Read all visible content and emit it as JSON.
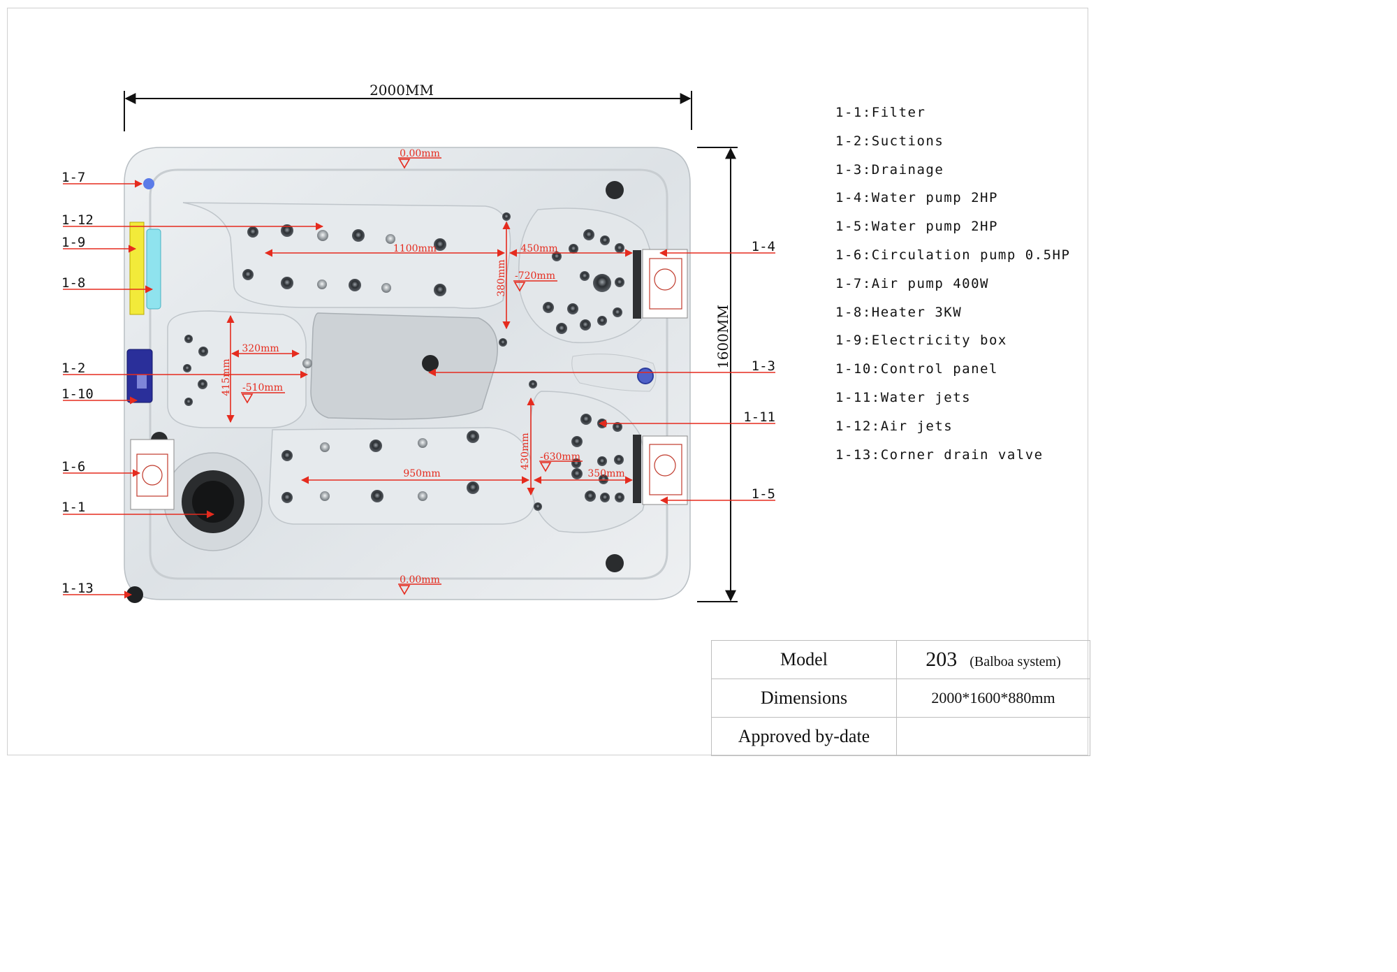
{
  "dimensions": {
    "overall_width": "2000MM",
    "overall_length": "1600MM"
  },
  "interior_dimensions": {
    "d1100": "1100mm",
    "d450": "450mm",
    "d380": "380mm",
    "d720": "-720mm",
    "d320": "320mm",
    "d415": "415mm",
    "d510": "-510mm",
    "d950": "950mm",
    "d430": "430mm",
    "d630": "-630mm",
    "d350": "350mm",
    "top_level": "0.00mm",
    "bottom_level": "0.00mm"
  },
  "callouts": {
    "c1_7": "1-7",
    "c1_12": "1-12",
    "c1_9": "1-9",
    "c1_8": "1-8",
    "c1_2": "1-2",
    "c1_10": "1-10",
    "c1_6": "1-6",
    "c1_1": "1-1",
    "c1_13": "1-13",
    "c1_4": "1-4",
    "c1_3": "1-3",
    "c1_11": "1-11",
    "c1_5": "1-5"
  },
  "legend": [
    "1-1:Filter",
    "1-2:Suctions",
    "1-3:Drainage",
    "1-4:Water pump 2HP",
    "1-5:Water pump 2HP",
    "1-6:Circulation pump 0.5HP",
    "1-7:Air pump 400W",
    "1-8:Heater 3KW",
    "1-9:Electricity box",
    "1-10:Control panel",
    "1-11:Water jets",
    "1-12:Air jets",
    "1-13:Corner drain valve"
  ],
  "title_block": {
    "model_label": "Model",
    "model_number": "203",
    "model_system": "(Balboa system)",
    "dimensions_label": "Dimensions",
    "dimensions_value": "2000*1600*880mm",
    "approved_label": "Approved by-date",
    "approved_value": ""
  },
  "colors": {
    "annotation_red": "#e52b1e",
    "air_pump_blue": "#5b7be8",
    "electricity_box_yellow": "#f2ea3a",
    "heater_cyan": "#8fe3ee",
    "control_panel_blue": "#2a2f9a"
  }
}
